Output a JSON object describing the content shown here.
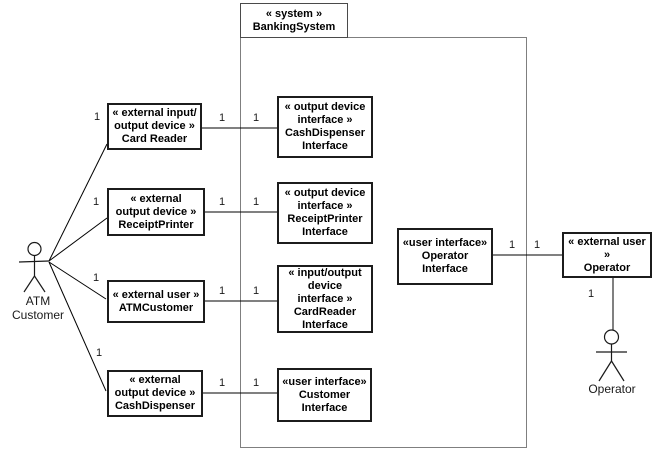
{
  "nodes": {
    "system": {
      "stereotype": "« system »",
      "name": "BankingSystem"
    },
    "card_reader": {
      "stereotype": "« external input/\noutput device »",
      "name": "Card Reader"
    },
    "receipt_printer": {
      "stereotype": "« external\noutput device »",
      "name": "ReceiptPrinter"
    },
    "atm_customer": {
      "stereotype": "« external user »",
      "name": "ATMCustomer"
    },
    "cash_dispenser": {
      "stereotype": "« external\noutput device »",
      "name": "CashDispenser"
    },
    "cash_dispenser_interface": {
      "stereotype": "« output device\ninterface »",
      "name": "CashDispenser\nInterface"
    },
    "receipt_printer_interface": {
      "stereotype": "« output device\ninterface »",
      "name": "ReceiptPrinter\nInterface"
    },
    "card_reader_interface": {
      "stereotype": "« input/output\ndevice\ninterface »",
      "name": "CardReader\nInterface"
    },
    "customer_interface": {
      "stereotype": "«user interface»",
      "name": "Customer\nInterface"
    },
    "operator_interface": {
      "stereotype": "«user interface»",
      "name": "Operator\nInterface"
    },
    "operator": {
      "stereotype": "« external user »",
      "name": "Operator"
    }
  },
  "actors": {
    "atm_customer": {
      "label": "ATM Customer"
    },
    "operator": {
      "label": "Operator"
    }
  },
  "labels": {
    "multiplicity": "1"
  }
}
